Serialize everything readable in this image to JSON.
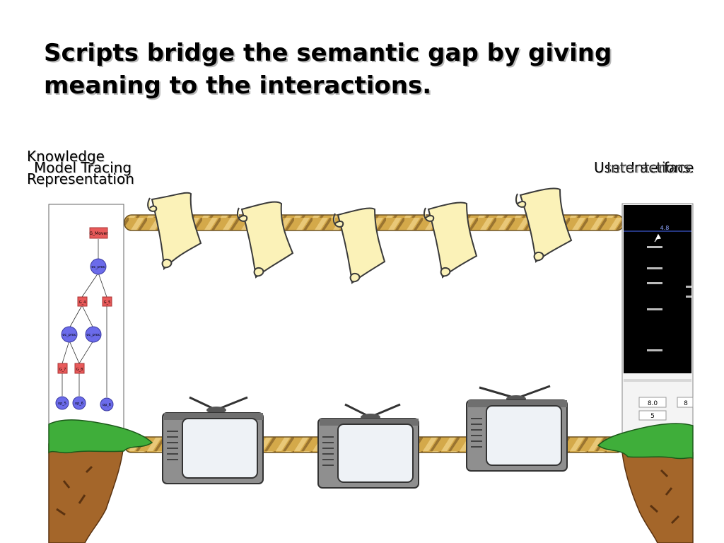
{
  "slide": {
    "title_line1": "Scripts bridge the semantic gap by giving",
    "title_line2": "meaning to the interactions."
  },
  "labels": {
    "left_top": "Knowledge",
    "left_mid": "Model Tracing",
    "left_bottom": "Representation",
    "right_a": "User Interface",
    "right_b": "Interactions"
  },
  "tree_nodes": [
    "G_Mover",
    "oc_proc",
    "G_4",
    "G_5",
    "oc_proc",
    "oc_proc",
    "G_7",
    "G_8",
    "op_5",
    "op_6",
    "op_6"
  ],
  "interface": {
    "top_value": "4.8",
    "field_a": "8.0",
    "field_b": "8",
    "field_c": "5"
  },
  "colors": {
    "rope": "#d4a94a",
    "rope_dark": "#8a6a2a",
    "scroll": "#fbf2b8",
    "grass": "#3fae3a",
    "dirt": "#a4662a",
    "tv_body": "#8f8f8f",
    "screen": "#eef2f6",
    "node_red": "#e85a5a",
    "node_blue": "#6b6bea"
  },
  "icons": [
    "scroll-icon",
    "tv-icon",
    "cursor-icon"
  ]
}
